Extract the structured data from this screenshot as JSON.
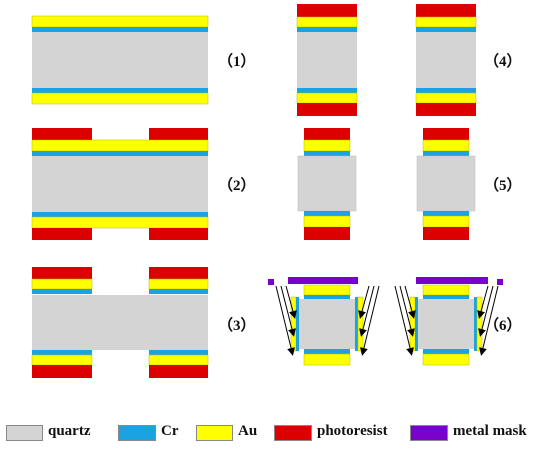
{
  "steps": [
    {
      "id": "1",
      "label": "（1）"
    },
    {
      "id": "2",
      "label": "（2）"
    },
    {
      "id": "3",
      "label": "（3）"
    },
    {
      "id": "4",
      "label": "（4）"
    },
    {
      "id": "5",
      "label": "（5）"
    },
    {
      "id": "6",
      "label": "（6）"
    }
  ],
  "legend": [
    {
      "key": "quartz",
      "label": "quartz",
      "color": "#d4d4d4"
    },
    {
      "key": "cr",
      "label": "Cr",
      "color": "#1aa3e0"
    },
    {
      "key": "au",
      "label": "Au",
      "color": "#ffff00"
    },
    {
      "key": "photoresist",
      "label": "photoresist",
      "color": "#dd0000"
    },
    {
      "key": "metal_mask",
      "label": "metal mask",
      "color": "#7a00cc"
    }
  ]
}
